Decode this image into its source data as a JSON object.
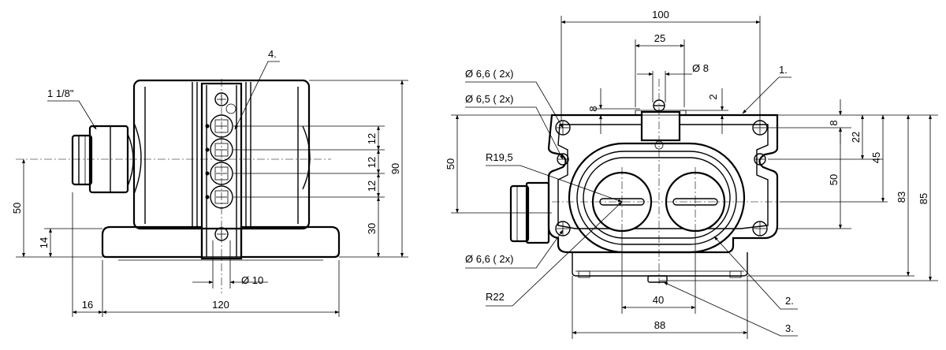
{
  "left_view": {
    "dims": {
      "thread": "1 1/8\"",
      "height_50": "50",
      "height_14": "14",
      "width_16": "16",
      "width_120": "120",
      "dia_10": "Ø 10",
      "pitch_12a": "12",
      "pitch_12b": "12",
      "pitch_12c": "12",
      "height_30": "30",
      "height_90": "90"
    },
    "callout_4": "4."
  },
  "right_view": {
    "dims": {
      "width_100": "100",
      "width_25": "25",
      "dia_8": "Ø 8",
      "dim_8_top": "8",
      "dim_2": "2",
      "hole_66_top": "Ø 6,6 ( 2x)",
      "hole_65": "Ø 6,5 ( 2x)",
      "hole_66_bottom": "Ø 6,6 ( 2x)",
      "r195": "R19,5",
      "r22": "R22",
      "height_50": "50",
      "height_50_right": "50",
      "dim_8_right": "8",
      "dim_22": "22",
      "dim_45": "45",
      "dim_83": "83",
      "dim_85": "85",
      "width_40": "40",
      "width_88": "88"
    },
    "callouts": {
      "c1": "1.",
      "c2": "2.",
      "c3": "3."
    }
  }
}
